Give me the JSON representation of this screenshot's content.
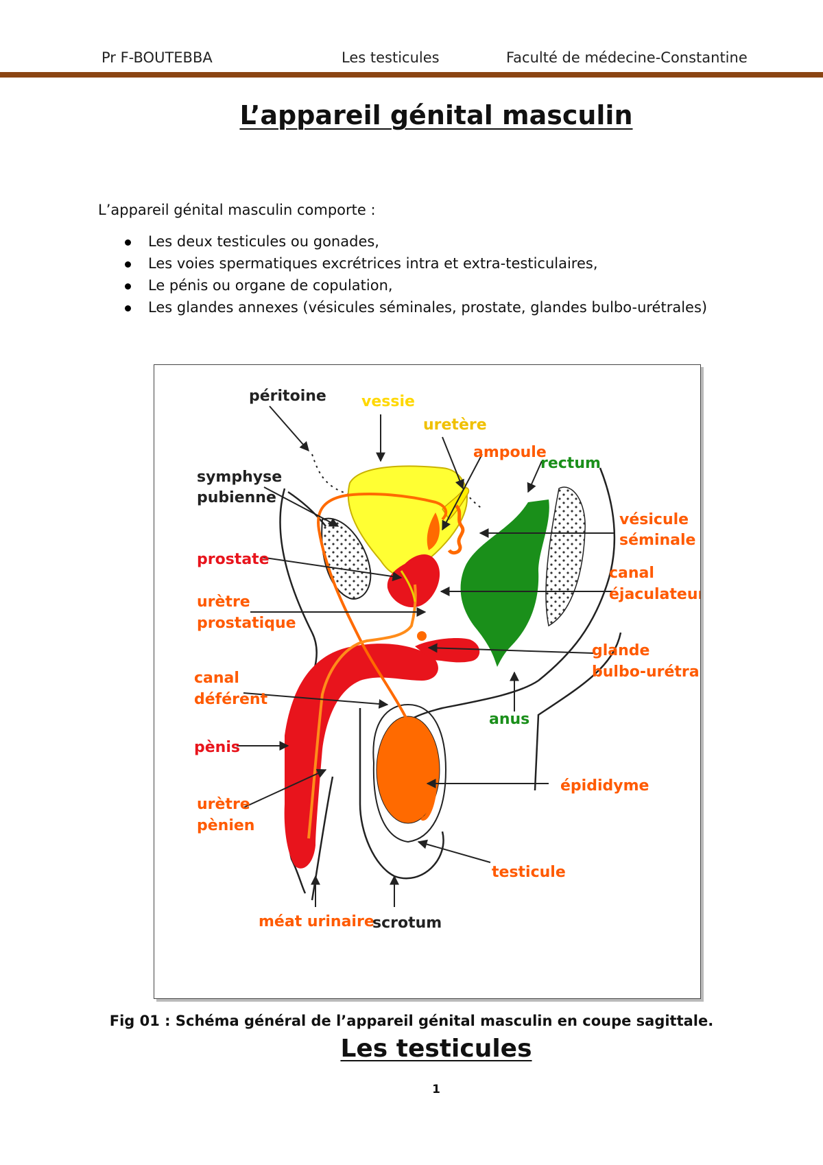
{
  "header": {
    "author": "Pr F-BOUTEBBA",
    "topic": "Les testicules",
    "institution": "Faculté de médecine-Constantine"
  },
  "title": "L’appareil génital masculin",
  "intro": "L’appareil génital masculin comporte :",
  "items": [
    "Les deux testicules ou gonades,",
    "Les voies spermatiques excrétrices intra  et extra-testiculaires,",
    "Le pénis ou organe de copulation,",
    "Les glandes annexes (vésicules séminales, prostate, glandes bulbo-urétrales)"
  ],
  "figure": {
    "labels": {
      "peritoine": "péritoine",
      "vessie": "vessie",
      "uretere": "uretère",
      "ampoule": "ampoule",
      "rectum": "rectum",
      "symphyse_1": "symphyse",
      "symphyse_2": "pubienne",
      "vesicule_1": "vésicule",
      "vesicule_2": "séminale",
      "prostate": "prostate",
      "canal_ejac_1": "canal",
      "canal_ejac_2": "éjaculateur",
      "uretre_prost_1": "urètre",
      "uretre_prost_2": "prostatique",
      "glande_1": "glande",
      "glande_2": "bulbo-urétrale",
      "canal_def_1": "canal",
      "canal_def_2": "déférent",
      "anus": "anus",
      "penis": "pènis",
      "epididyme": "épididyme",
      "uretre_pen_1": "urètre",
      "uretre_pen_2": "pènien",
      "testicule": "testicule",
      "meat": "méat urinaire",
      "scrotum": "scrotum"
    },
    "colors": {
      "bladder": "#ffff33",
      "ureter_yellow": "#e8d000",
      "orange": "#ff6a00",
      "red": "#e8141c",
      "green": "#1a8f1a",
      "dark": "#222222"
    }
  },
  "caption": "Fig 01 : Schéma général de l’appareil génital masculin en coupe sagittale.",
  "section_title": "Les testicules",
  "page_number": "1"
}
